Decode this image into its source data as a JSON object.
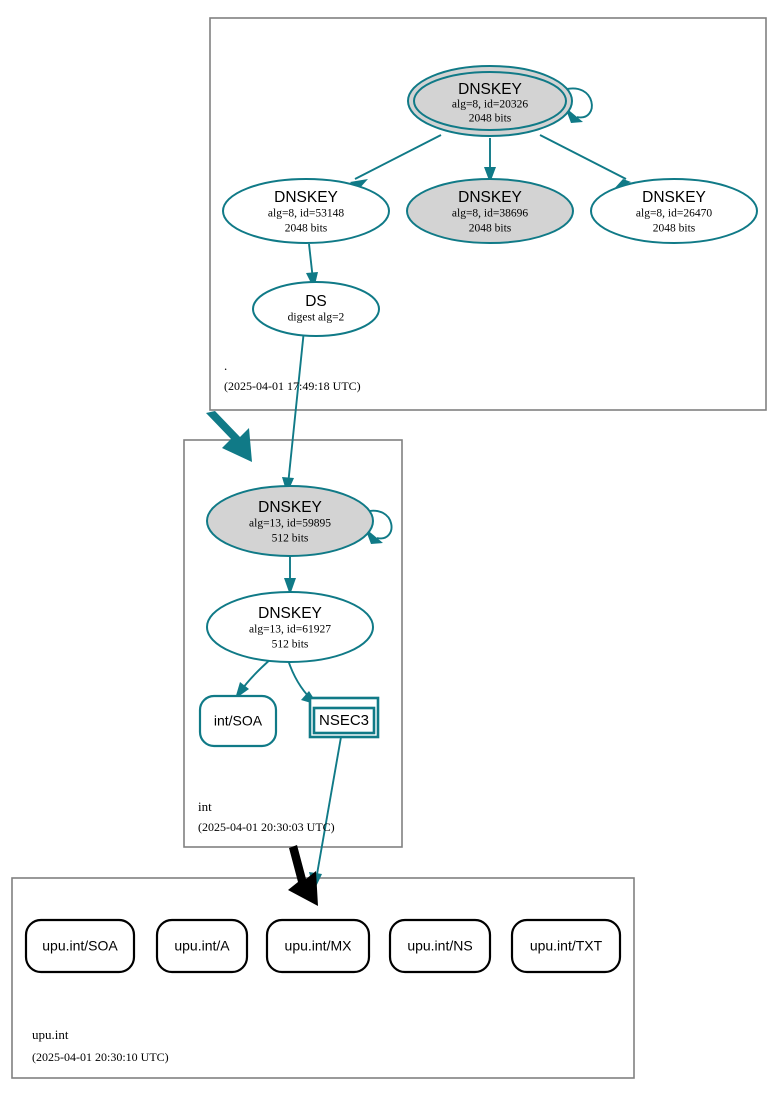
{
  "diagram": {
    "type": "dnssec-authentication-chain",
    "colors": {
      "secure": "#107a87",
      "insecure": "#000000",
      "zone_border": "#808080",
      "node_fill_sep": "#d3d3d3",
      "node_fill_plain": "#ffffff",
      "background": "#ffffff"
    }
  },
  "zones": [
    {
      "id": "root",
      "name": ".",
      "timestamp": "(2025-04-01 17:49:18 UTC)",
      "nodes": [
        {
          "id": "root-ksk-20326",
          "kind": "DNSKEY",
          "title": "DNSKEY",
          "line2": "alg=8, id=20326",
          "line3": "2048 bits",
          "fill": "gray",
          "trust_anchor": true,
          "self_signed": true
        },
        {
          "id": "root-zsk-53148",
          "kind": "DNSKEY",
          "title": "DNSKEY",
          "line2": "alg=8, id=53148",
          "line3": "2048 bits",
          "fill": "white",
          "trust_anchor": false,
          "self_signed": false
        },
        {
          "id": "root-zsk-38696",
          "kind": "DNSKEY",
          "title": "DNSKEY",
          "line2": "alg=8, id=38696",
          "line3": "2048 bits",
          "fill": "gray",
          "trust_anchor": false,
          "self_signed": false
        },
        {
          "id": "root-zsk-26470",
          "kind": "DNSKEY",
          "title": "DNSKEY",
          "line2": "alg=8, id=26470",
          "line3": "2048 bits",
          "fill": "white",
          "trust_anchor": false,
          "self_signed": false
        },
        {
          "id": "root-ds",
          "kind": "DS",
          "title": "DS",
          "line2": "digest alg=2",
          "line3": "",
          "fill": "white",
          "trust_anchor": false,
          "self_signed": false
        }
      ]
    },
    {
      "id": "int",
      "name": "int",
      "timestamp": "(2025-04-01 20:30:03 UTC)",
      "nodes": [
        {
          "id": "int-ksk-59895",
          "kind": "DNSKEY",
          "title": "DNSKEY",
          "line2": "alg=13, id=59895",
          "line3": "512 bits",
          "fill": "gray",
          "trust_anchor": false,
          "self_signed": true
        },
        {
          "id": "int-zsk-61927",
          "kind": "DNSKEY",
          "title": "DNSKEY",
          "line2": "alg=13, id=61927",
          "line3": "512 bits",
          "fill": "white",
          "trust_anchor": false,
          "self_signed": false
        },
        {
          "id": "int-soa",
          "kind": "RRset",
          "title": "int/SOA",
          "status": "secure"
        },
        {
          "id": "int-nsec3",
          "kind": "NSEC3",
          "title": "NSEC3",
          "status": "secure"
        }
      ]
    },
    {
      "id": "upu-int",
      "name": "upu.int",
      "timestamp": "(2025-04-01 20:30:10 UTC)",
      "nodes": [
        {
          "id": "upu-soa",
          "kind": "RRset",
          "title": "upu.int/SOA",
          "status": "insecure"
        },
        {
          "id": "upu-a",
          "kind": "RRset",
          "title": "upu.int/A",
          "status": "insecure"
        },
        {
          "id": "upu-mx",
          "kind": "RRset",
          "title": "upu.int/MX",
          "status": "insecure"
        },
        {
          "id": "upu-ns",
          "kind": "RRset",
          "title": "upu.int/NS",
          "status": "insecure"
        },
        {
          "id": "upu-txt",
          "kind": "RRset",
          "title": "upu.int/TXT",
          "status": "insecure"
        }
      ]
    }
  ],
  "edges": [
    {
      "from": "root-ksk-20326",
      "to": "root-ksk-20326",
      "style": "self-loop"
    },
    {
      "from": "root-ksk-20326",
      "to": "root-zsk-53148",
      "style": "signs"
    },
    {
      "from": "root-ksk-20326",
      "to": "root-zsk-38696",
      "style": "signs"
    },
    {
      "from": "root-ksk-20326",
      "to": "root-zsk-26470",
      "style": "signs"
    },
    {
      "from": "root-zsk-53148",
      "to": "root-ds",
      "style": "signs"
    },
    {
      "from": "root-ds",
      "to": "int-ksk-59895",
      "style": "ds-to-dnskey"
    },
    {
      "from": "root",
      "to": "int",
      "style": "delegation-secure"
    },
    {
      "from": "int-ksk-59895",
      "to": "int-ksk-59895",
      "style": "self-loop"
    },
    {
      "from": "int-ksk-59895",
      "to": "int-zsk-61927",
      "style": "signs"
    },
    {
      "from": "int-zsk-61927",
      "to": "int-soa",
      "style": "signs"
    },
    {
      "from": "int-zsk-61927",
      "to": "int-nsec3",
      "style": "signs"
    },
    {
      "from": "int-nsec3",
      "to": "upu-int",
      "style": "nsec3-proof"
    },
    {
      "from": "int",
      "to": "upu-int",
      "style": "delegation-insecure"
    }
  ]
}
